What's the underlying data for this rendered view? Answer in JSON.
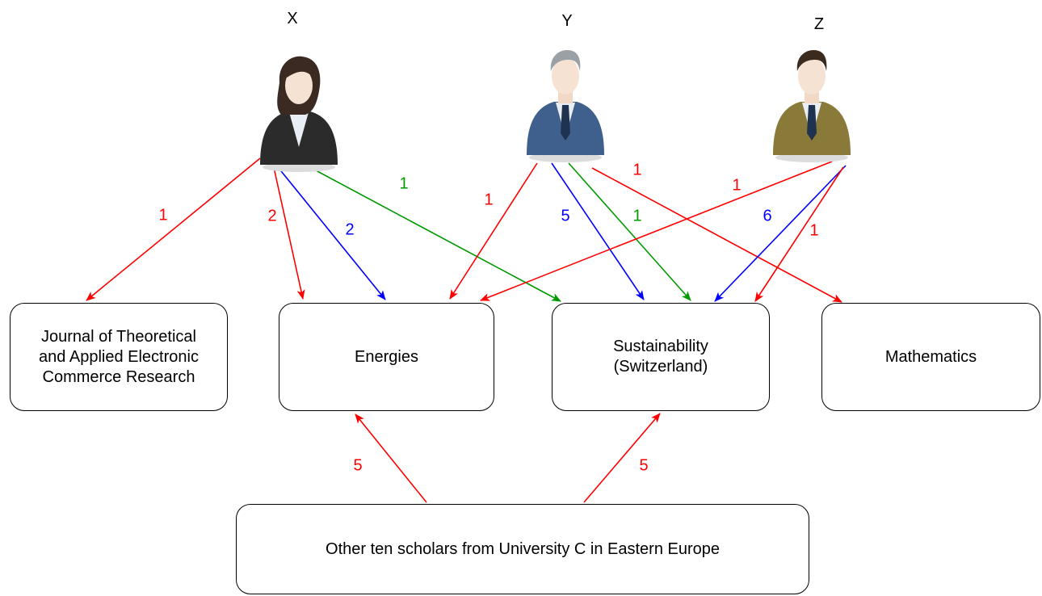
{
  "colors": {
    "red": "#ff0000",
    "blue": "#0000ff",
    "green": "#009900",
    "box_border": "#000000"
  },
  "people": [
    {
      "id": "X",
      "label": "X",
      "icon": "businesswoman-icon",
      "suit": "#2b2b2b",
      "hair": "#3a2a22"
    },
    {
      "id": "Y",
      "label": "Y",
      "icon": "businessman-icon",
      "suit": "#3f5f8c",
      "hair": "#9aa0a6"
    },
    {
      "id": "Z",
      "label": "Z",
      "icon": "businessman-icon",
      "suit": "#8a7a3a",
      "hair": "#3b2a1e"
    }
  ],
  "journals": [
    {
      "id": "jtaer",
      "label": "Journal of Theoretical\nand Applied Electronic\nCommerce Research"
    },
    {
      "id": "energies",
      "label": "Energies"
    },
    {
      "id": "sustainability",
      "label": "Sustainability\n(Switzerland)"
    },
    {
      "id": "mathematics",
      "label": "Mathematics"
    }
  ],
  "other": {
    "id": "other",
    "label": "Other ten scholars from University C in Eastern Europe"
  },
  "edges": [
    {
      "from": "X",
      "to": "jtaer",
      "color": "red",
      "label": "1"
    },
    {
      "from": "X",
      "to": "energies",
      "color": "red",
      "label": "2"
    },
    {
      "from": "X",
      "to": "energies",
      "color": "blue",
      "label": "2"
    },
    {
      "from": "X",
      "to": "sustainability",
      "color": "green",
      "label": "1"
    },
    {
      "from": "Y",
      "to": "energies",
      "color": "red",
      "label": "1"
    },
    {
      "from": "Y",
      "to": "sustainability",
      "color": "blue",
      "label": "5"
    },
    {
      "from": "Y",
      "to": "sustainability",
      "color": "green",
      "label": "1"
    },
    {
      "from": "Y",
      "to": "mathematics",
      "color": "red",
      "label": "1"
    },
    {
      "from": "Z",
      "to": "energies",
      "color": "red",
      "label": "1"
    },
    {
      "from": "Z",
      "to": "sustainability",
      "color": "blue",
      "label": "6"
    },
    {
      "from": "Z",
      "to": "sustainability",
      "color": "red",
      "label": "1"
    },
    {
      "from": "other",
      "to": "energies",
      "color": "red",
      "label": "5"
    },
    {
      "from": "other",
      "to": "sustainability",
      "color": "red",
      "label": "5"
    }
  ]
}
